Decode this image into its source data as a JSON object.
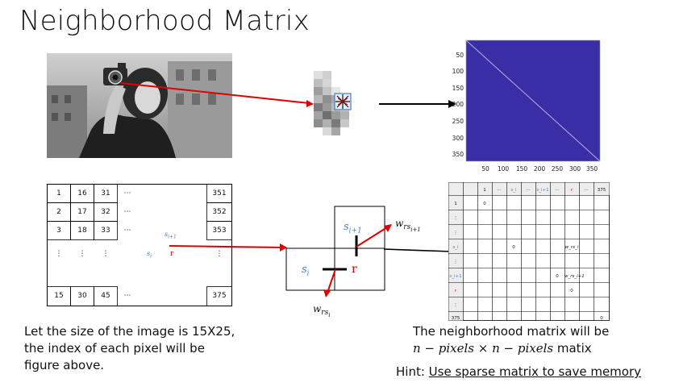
{
  "title": "Neighborhood Matrix",
  "heatmap": {
    "y_ticks": [
      "50",
      "100",
      "150",
      "200",
      "250",
      "300",
      "350"
    ],
    "x_ticks": [
      "50",
      "100",
      "150",
      "200",
      "250",
      "300",
      "350"
    ],
    "bg_color": "#3a2ea6",
    "diag_color": "#b6b0e6"
  },
  "pixel_grid": {
    "rows": [
      [
        "1",
        "16",
        "31",
        "⋯",
        "351"
      ],
      [
        "2",
        "17",
        "32",
        "⋯",
        "352"
      ],
      [
        "3",
        "18",
        "33",
        "⋯",
        "353"
      ],
      [
        "⋮",
        "⋮",
        "⋮",
        "",
        "⋮"
      ],
      [
        "15",
        "30",
        "45",
        "⋯",
        "375"
      ]
    ],
    "label_si1": "s",
    "label_si1_sub": "i+1",
    "label_si": "s",
    "label_si_sub": "i",
    "label_r": "r"
  },
  "center_diagram": {
    "si1": "s",
    "si1_sub": "i+1",
    "si": "s",
    "si_sub": "i",
    "r": "r",
    "w_rsi1": "w",
    "w_rsi1_sub": "rs",
    "w_rsi1_subsub": "i+1",
    "w_rsi": "w",
    "w_rsi_sub": "rs",
    "w_rsi_subsub": "i"
  },
  "sparse_matrix": {
    "col_headers": [
      "1",
      "⋯",
      "s_i",
      "⋯",
      "s_i+1",
      "⋯",
      "r",
      "⋯",
      "375"
    ],
    "row_headers": [
      "1",
      "⋮",
      "⋮",
      "s_i",
      "⋮",
      "s_i+1",
      "r",
      "⋮",
      "375"
    ],
    "zero": "0",
    "w_si": "w_rs_i",
    "w_si1": "w_rs_i+1"
  },
  "caption_left": {
    "line1": "Let the size of the image is 15X25,",
    "line2": "the index of each pixel will be",
    "line3": "figure above."
  },
  "caption_right": {
    "line1": "The neighborhood matrix will be",
    "math": "n − pixels × n − pixels",
    "suffix": " matix"
  },
  "hint": {
    "prefix": "Hint: ",
    "underlined": "Use sparse matrix to save memory"
  }
}
